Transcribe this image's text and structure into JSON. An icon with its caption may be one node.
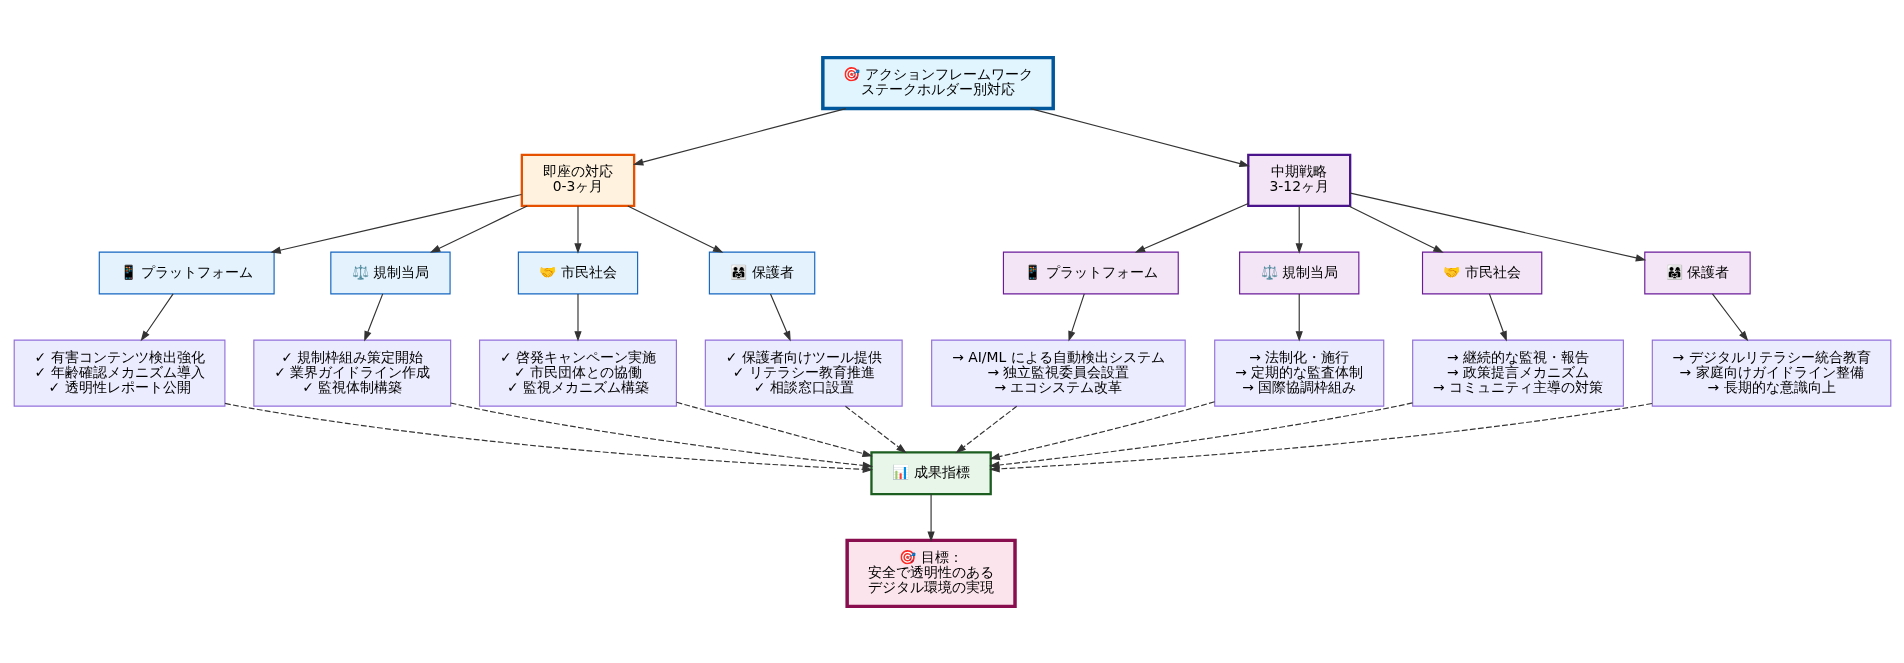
{
  "diagram": {
    "nodes": [
      {
        "text": [
          "🎯 アクションフレームワーク",
          "ステークホルダー別対応"
        ]
      },
      {
        "text": [
          "即座の対応",
          "0-3ヶ月"
        ]
      },
      {
        "text": [
          "中期戦略",
          "3-12ヶ月"
        ]
      },
      {
        "text": [
          "📱 プラットフォーム"
        ]
      },
      {
        "text": [
          "⚖️ 規制当局"
        ]
      },
      {
        "text": [
          "🤝 市民社会"
        ]
      },
      {
        "text": [
          "👨‍👩‍👧 保護者"
        ]
      },
      {
        "text": [
          "✓ 有害コンテンツ検出強化",
          "✓ 年齢確認メカニズム導入",
          "✓ 透明性レポート公開"
        ]
      },
      {
        "text": [
          "✓ 規制枠組み策定開始",
          "✓ 業界ガイドライン作成",
          "✓ 監視体制構築"
        ]
      },
      {
        "text": [
          "✓ 啓発キャンペーン実施",
          "✓ 市民団体との協働",
          "✓ 監視メカニズム構築"
        ]
      },
      {
        "text": [
          "✓ 保護者向けツール提供",
          "✓ リテラシー教育推進",
          "✓ 相談窓口設置"
        ]
      },
      {
        "text": [
          "📱 プラットフォーム"
        ]
      },
      {
        "text": [
          "⚖️ 規制当局"
        ]
      },
      {
        "text": [
          "🤝 市民社会"
        ]
      },
      {
        "text": [
          "👨‍👩‍👧 保護者"
        ]
      },
      {
        "text": [
          "→ AI/ML による自動検出システム",
          "→ 独立監視委員会設置",
          "→ エコシステム改革"
        ]
      },
      {
        "text": [
          "→ 法制化・施行",
          "→ 定期的な監査体制",
          "→ 国際協調枠組み"
        ]
      },
      {
        "text": [
          "→ 継続的な監視・報告",
          "→ 政策提言メカニズム",
          "→ コミュニティ主導の対策"
        ]
      },
      {
        "text": [
          "→ デジタルリテラシー統合教育",
          "→ 家庭向けガイドライン整備",
          "→ 長期的な意識向上"
        ]
      },
      {
        "text": [
          "📊 成果指標"
        ]
      },
      {
        "text": [
          "🎯 目標：",
          "安全で透明性のある",
          "デジタル環境の実現"
        ]
      }
    ],
    "edges": [
      {
        "from": 0,
        "to": 1,
        "arrow": "to"
      },
      {
        "from": 0,
        "to": 2,
        "arrow": "to"
      },
      {
        "from": 1,
        "to": 3,
        "arrow": "to"
      },
      {
        "from": 1,
        "to": 4,
        "arrow": "to"
      },
      {
        "from": 1,
        "to": 5,
        "arrow": "to"
      },
      {
        "from": 1,
        "to": 6,
        "arrow": "to"
      },
      {
        "from": 2,
        "to": 11,
        "arrow": "to"
      },
      {
        "from": 2,
        "to": 12,
        "arrow": "to"
      },
      {
        "from": 2,
        "to": 13,
        "arrow": "to"
      },
      {
        "from": 2,
        "to": 14,
        "arrow": "to"
      },
      {
        "from": 3,
        "to": 7,
        "arrow": "to"
      },
      {
        "from": 4,
        "to": 8,
        "arrow": "to"
      },
      {
        "from": 5,
        "to": 9,
        "arrow": "to"
      },
      {
        "from": 6,
        "to": 10,
        "arrow": "to"
      },
      {
        "from": 11,
        "to": 15,
        "arrow": "to"
      },
      {
        "from": 12,
        "to": 16,
        "arrow": "to"
      },
      {
        "from": 13,
        "to": 17,
        "arrow": "to"
      },
      {
        "from": 14,
        "to": 18,
        "arrow": "to"
      },
      {
        "from": 7,
        "to": 19,
        "arrow": "to",
        "style": "dashed"
      },
      {
        "from": 8,
        "to": 19,
        "arrow": "to",
        "style": "dashed"
      },
      {
        "from": 9,
        "to": 19,
        "arrow": "to",
        "style": "dashed"
      },
      {
        "from": 10,
        "to": 19,
        "arrow": "to",
        "style": "dashed"
      },
      {
        "from": 15,
        "to": 19,
        "arrow": "to",
        "style": "dashed"
      },
      {
        "from": 16,
        "to": 19,
        "arrow": "to",
        "style": "dashed"
      },
      {
        "from": 17,
        "to": 19,
        "arrow": "to",
        "style": "dashed"
      },
      {
        "from": 18,
        "to": 19,
        "arrow": "to",
        "style": "dashed"
      },
      {
        "from": 19,
        "to": 20,
        "arrow": "to"
      }
    ]
  }
}
